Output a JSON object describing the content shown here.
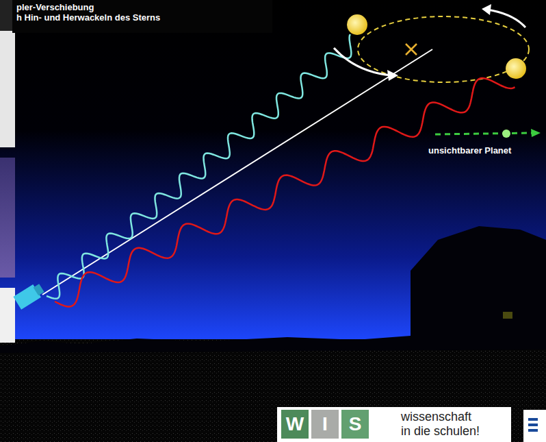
{
  "diagram": {
    "labels": [
      "pler-Verschiebung",
      "h Hin- und Herwackeln des Sterns",
      "unsichtbarer Planet",
      "W",
      "I",
      "S",
      "wissenschaft",
      "in die schulen!"
    ]
  }
}
